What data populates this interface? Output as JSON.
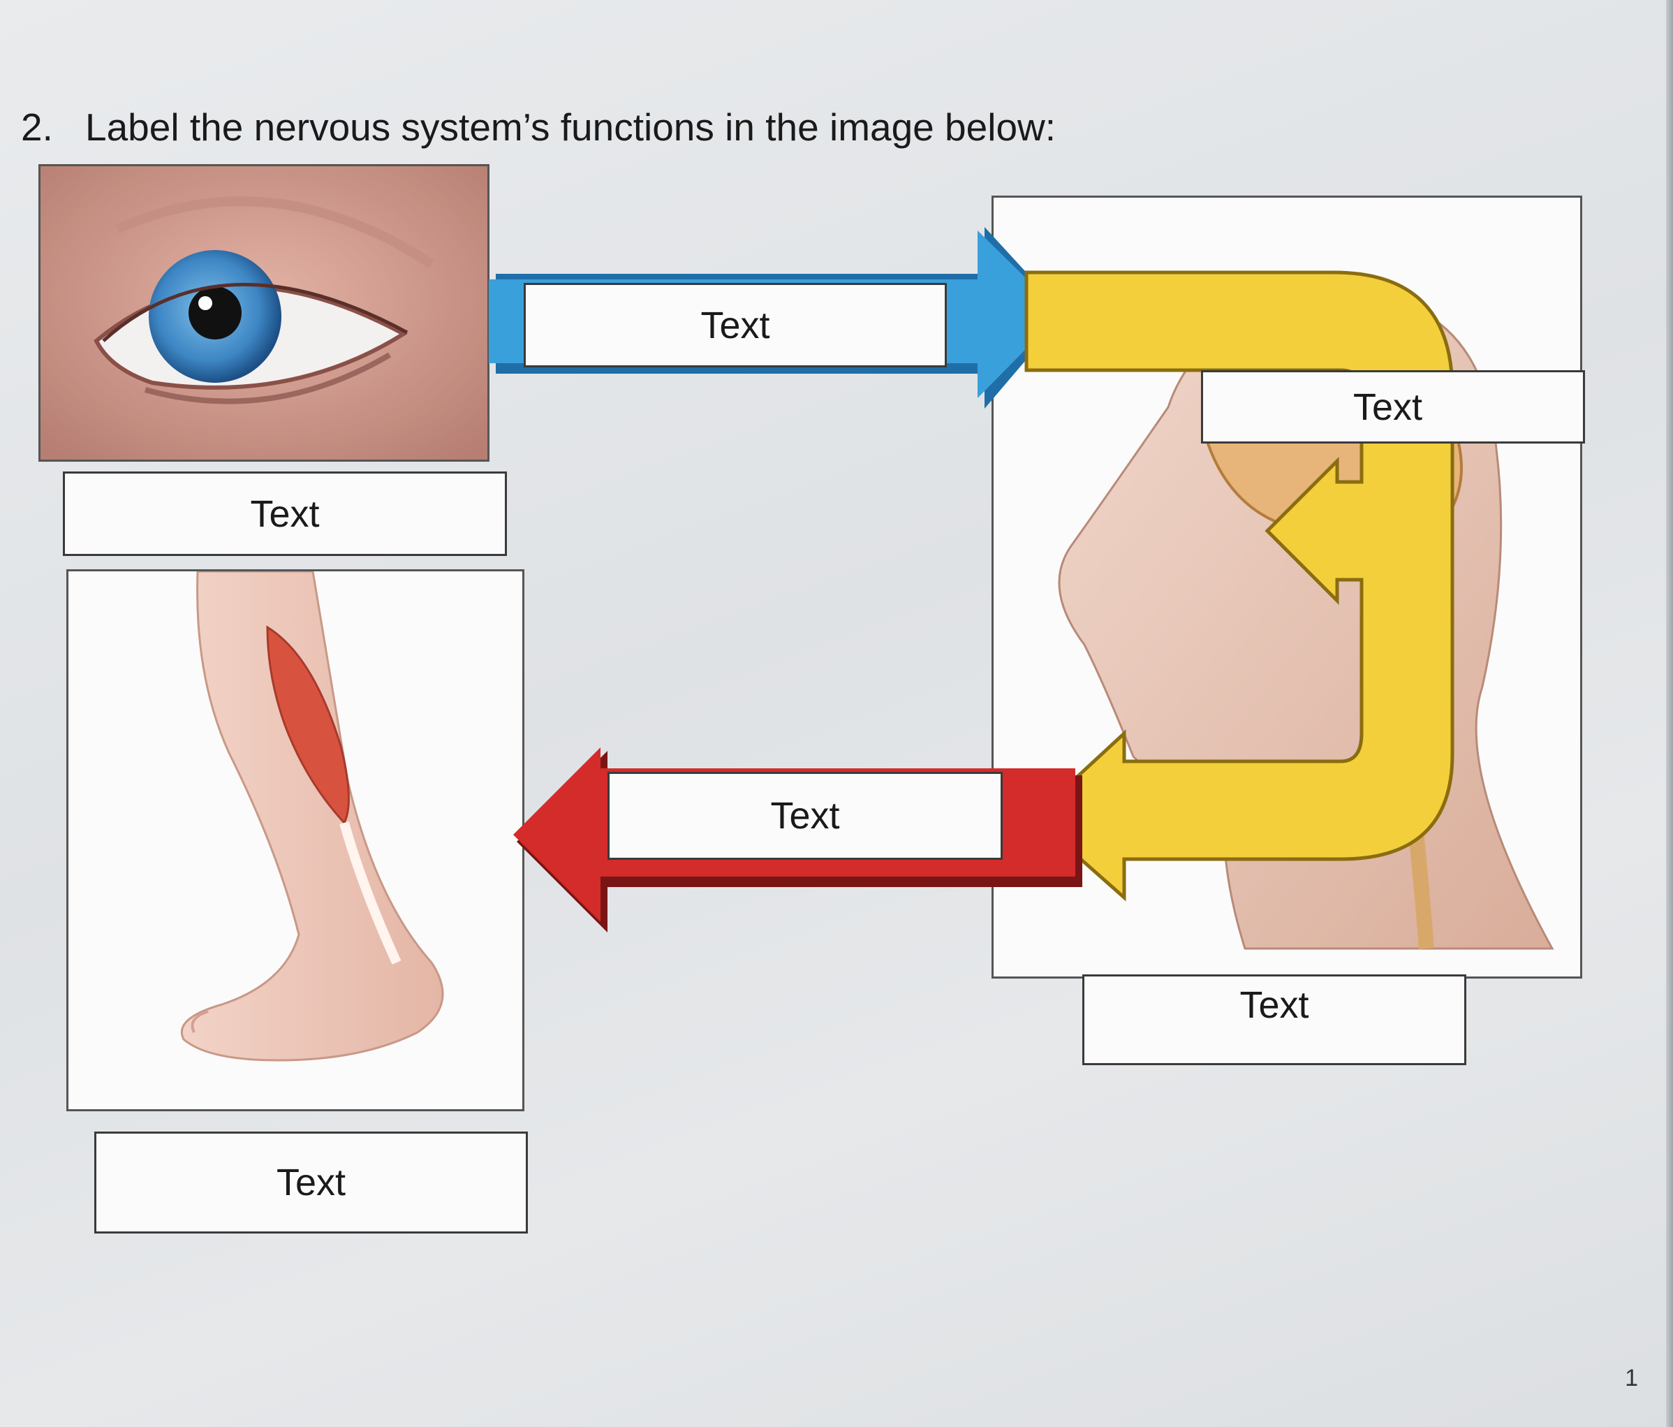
{
  "question": {
    "number": "2.",
    "text": "Label the nervous system’s functions in the image below:"
  },
  "labels": {
    "top_arrow": "Text",
    "brain": "Text",
    "eye": "Text",
    "middle_arrow": "Text",
    "head": "Text",
    "leg": "Text"
  },
  "page_number": "1",
  "colors": {
    "blue_arrow": "#3aa0dc",
    "red_arrow": "#d42b2b",
    "yellow_arrow": "#f4cf3c",
    "skin": "#e8b9a6",
    "iris": "#3d86c4"
  },
  "icons": [
    "eye-image",
    "leg-image",
    "head-image"
  ]
}
